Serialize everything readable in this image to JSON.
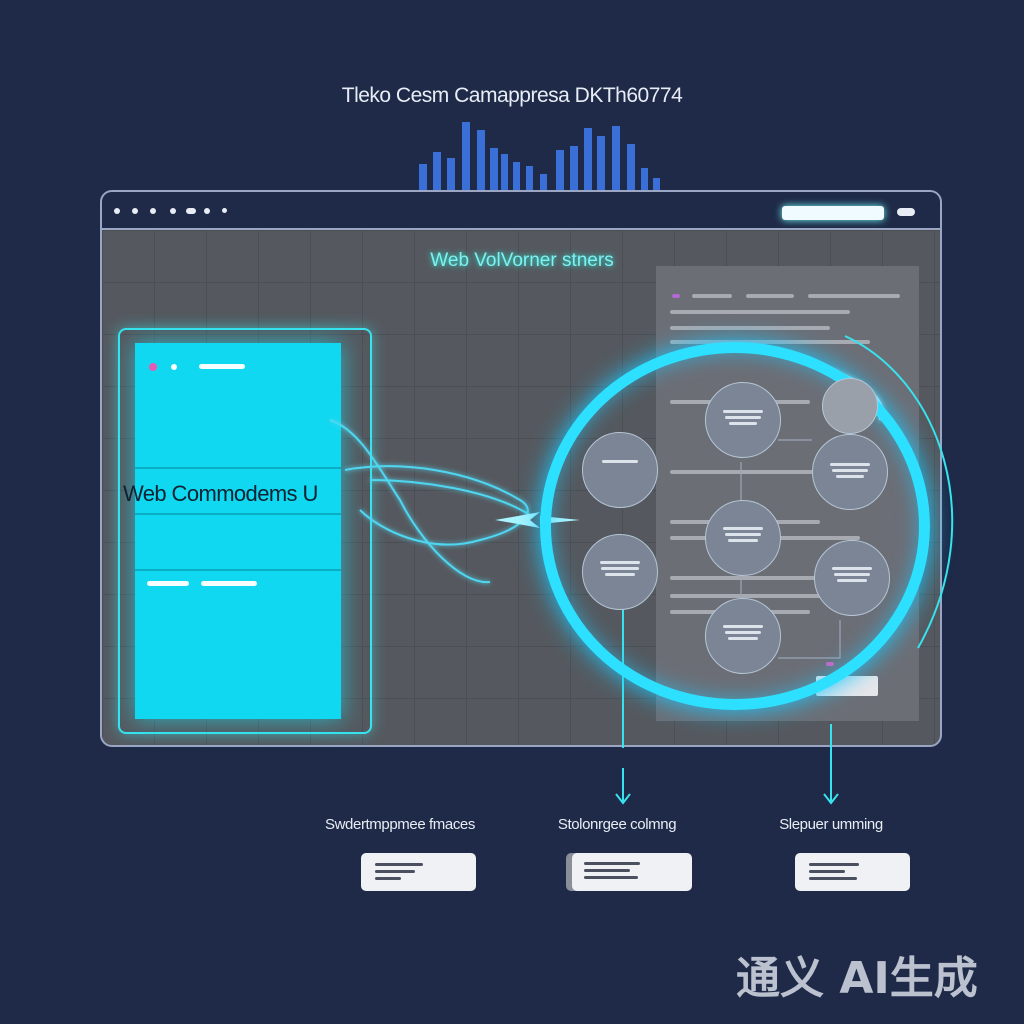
{
  "header": {
    "title": "Tleko Cesm Camappresa DKTh60774"
  },
  "browser": {
    "section_title": "Web VolVorner stners"
  },
  "phone": {
    "label": "Web Commodems U"
  },
  "bottom": {
    "labels": [
      "Swdertmppmee fmaces",
      "Stolonrgee colmng",
      "Slepuer umming"
    ]
  },
  "watermark": "通义 AI生成",
  "colors": {
    "background": "#1e2a47",
    "accent_cyan": "#2ee0ff",
    "bar_blue": "#3a6fd8",
    "panel_gray": "#6c6e76",
    "node_gray": "#7b8596"
  },
  "icons": [
    "window-dots-icon",
    "arrow-right-icon",
    "arrow-down-icon"
  ]
}
